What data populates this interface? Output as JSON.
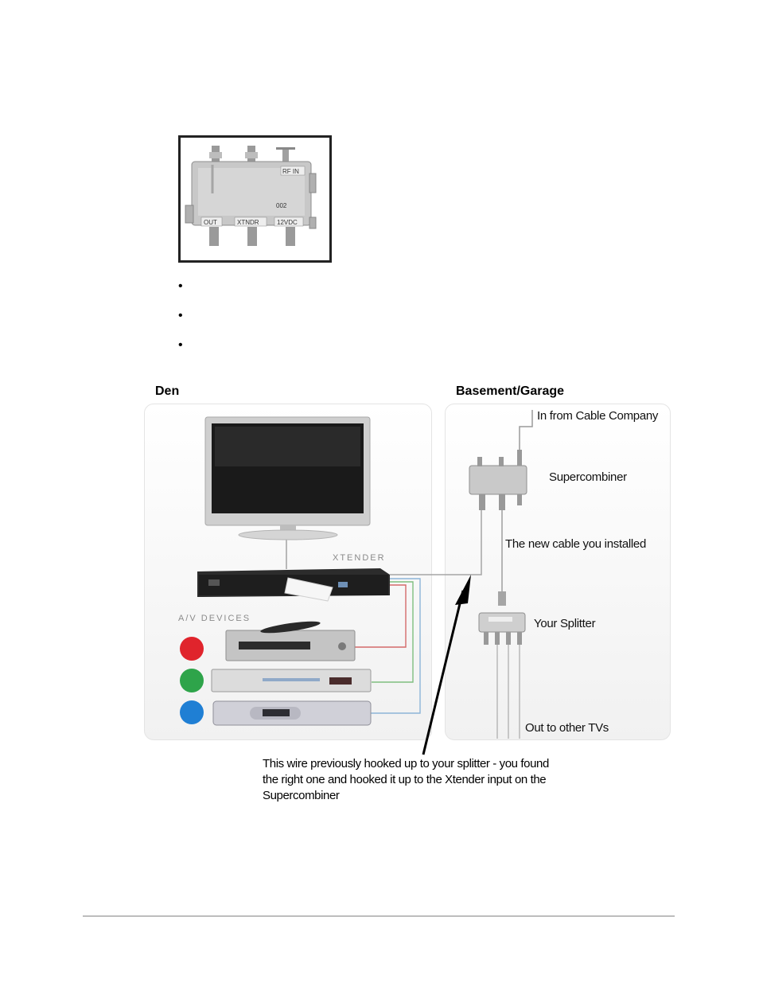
{
  "photo": {
    "port_rf_in": "RF IN",
    "port_out": "OUT",
    "port_xtndr": "XTNDR",
    "port_12vdc": "12VDC",
    "model_code": "002"
  },
  "bullets": [
    "•",
    "•",
    "•"
  ],
  "diagram": {
    "den_title": "Den",
    "basement_title": "Basement/Garage",
    "xtender_label": "XTENDER",
    "av_devices_label": "A/V DEVICES",
    "in_from_cable": "In from Cable Company",
    "supercombiner": "Supercombiner",
    "new_cable": "The new cable you installed",
    "your_splitter": "Your Splitter",
    "out_to_tvs": "Out to other TVs",
    "caption_lines": [
      "This wire previously hooked up to your splitter - you found",
      "the right one and hooked it up to the Xtender input on the",
      "Supercombiner"
    ],
    "colors": {
      "red": "#e0242c",
      "green": "#2ea44a",
      "blue": "#1f7fd4"
    }
  }
}
